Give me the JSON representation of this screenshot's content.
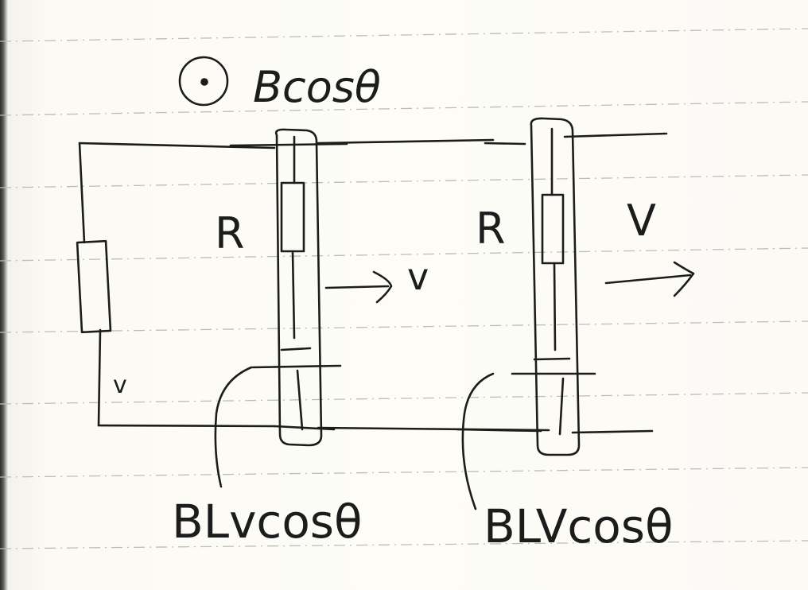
{
  "field_label": "Bcosθ",
  "resistor_label_rod1": "R",
  "resistor_label_rod2": "R",
  "velocity_label_rod1": "v",
  "velocity_label_rod2": "V",
  "left_resistor_label": "v",
  "emf_label_rod1": "BLvcosθ",
  "emf_label_rod2": "BLVcosθ",
  "colors": {
    "ink": "#1c1c1c",
    "paper": "#fdfcf7",
    "ruled_line": "#b9b9b4"
  }
}
